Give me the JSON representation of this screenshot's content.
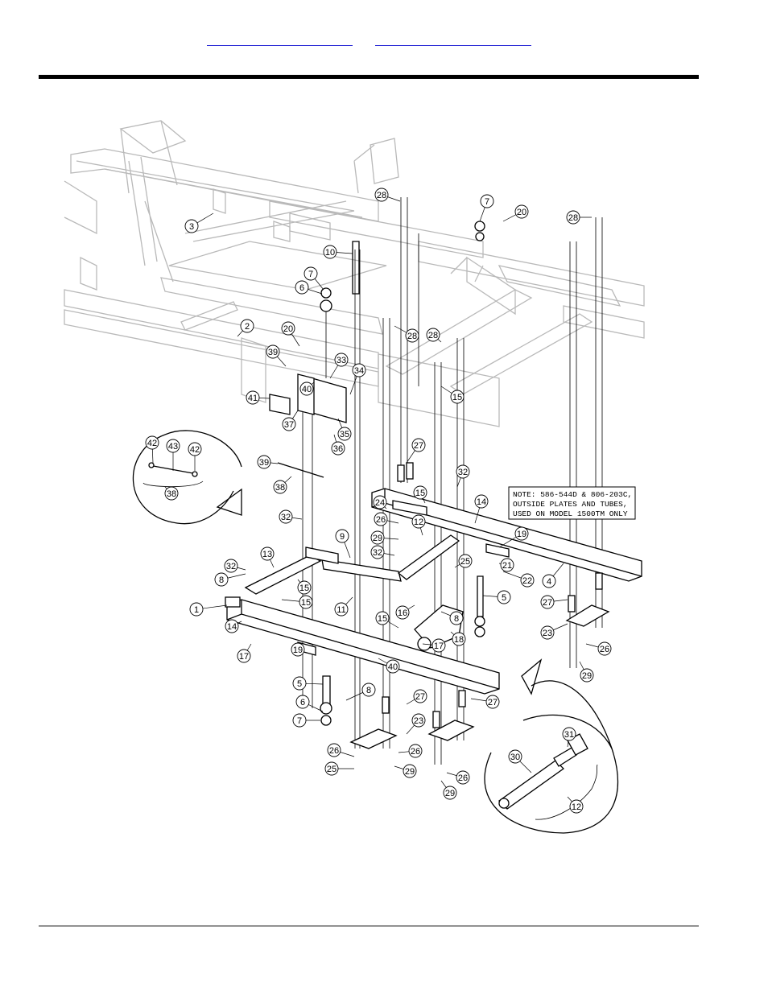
{
  "header": {
    "links": [
      "",
      ""
    ]
  },
  "note": {
    "lines": [
      "NOTE: 586-544D & 806-203C,",
      "OUTSIDE PLATES AND TUBES,",
      "USED ON MODEL 1500TM ONLY"
    ]
  },
  "callouts": [
    {
      "label": "1"
    },
    {
      "label": "2"
    },
    {
      "label": "3"
    },
    {
      "label": "4"
    },
    {
      "label": "5"
    },
    {
      "label": "5"
    },
    {
      "label": "6"
    },
    {
      "label": "6"
    },
    {
      "label": "7"
    },
    {
      "label": "7"
    },
    {
      "label": "7"
    },
    {
      "label": "8"
    },
    {
      "label": "8"
    },
    {
      "label": "8"
    },
    {
      "label": "9"
    },
    {
      "label": "10"
    },
    {
      "label": "11"
    },
    {
      "label": "12"
    },
    {
      "label": "12"
    },
    {
      "label": "13"
    },
    {
      "label": "14"
    },
    {
      "label": "14"
    },
    {
      "label": "15"
    },
    {
      "label": "15"
    },
    {
      "label": "15"
    },
    {
      "label": "15"
    },
    {
      "label": "15"
    },
    {
      "label": "16"
    },
    {
      "label": "17"
    },
    {
      "label": "17"
    },
    {
      "label": "18"
    },
    {
      "label": "19"
    },
    {
      "label": "19"
    },
    {
      "label": "20"
    },
    {
      "label": "20"
    },
    {
      "label": "21"
    },
    {
      "label": "22"
    },
    {
      "label": "23"
    },
    {
      "label": "23"
    },
    {
      "label": "24"
    },
    {
      "label": "25"
    },
    {
      "label": "25"
    },
    {
      "label": "26"
    },
    {
      "label": "26"
    },
    {
      "label": "26"
    },
    {
      "label": "26"
    },
    {
      "label": "26"
    },
    {
      "label": "27"
    },
    {
      "label": "27"
    },
    {
      "label": "27"
    },
    {
      "label": "27"
    },
    {
      "label": "28"
    },
    {
      "label": "28"
    },
    {
      "label": "28"
    },
    {
      "label": "28"
    },
    {
      "label": "29"
    },
    {
      "label": "29"
    },
    {
      "label": "29"
    },
    {
      "label": "29"
    },
    {
      "label": "30"
    },
    {
      "label": "31"
    },
    {
      "label": "32"
    },
    {
      "label": "32"
    },
    {
      "label": "32"
    },
    {
      "label": "32"
    },
    {
      "label": "33"
    },
    {
      "label": "34"
    },
    {
      "label": "35"
    },
    {
      "label": "36"
    },
    {
      "label": "37"
    },
    {
      "label": "38"
    },
    {
      "label": "38"
    },
    {
      "label": "39"
    },
    {
      "label": "39"
    },
    {
      "label": "40"
    },
    {
      "label": "40"
    },
    {
      "label": "41"
    },
    {
      "label": "42"
    },
    {
      "label": "42"
    },
    {
      "label": "43"
    }
  ]
}
